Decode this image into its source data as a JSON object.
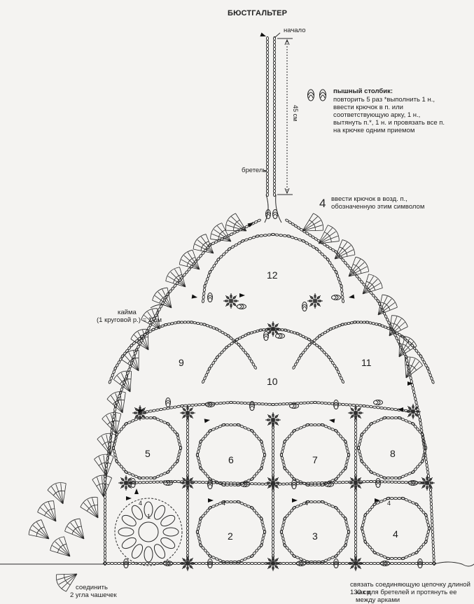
{
  "title": "БЮСТГАЛЬТЕР",
  "labels": {
    "start": "начало",
    "length": "45 см",
    "strap": "бретель",
    "edging_line1": "кайма",
    "edging_line2": "(1 круговой р.) = 1 см",
    "join_line1": "соединить",
    "join_line2": "2 угла чашечек",
    "chain_line1": "связать соединяющую цепочку длиной 130 см",
    "chain_line2": "как для бретелей и протянуть ее между арками"
  },
  "legend": {
    "puff_title": "пышный столбик:",
    "puff_lines": [
      "повторить 5 раз *выполнить 1 н.,",
      "ввести крючок в п. или",
      "соответствующую арку, 1 н.,",
      "вытянуть п.*, 1 н. и провязать все п.",
      "на крючке одним приемом"
    ],
    "four_symbol": "4",
    "four_lines": [
      "ввести крючок в возд. п.,",
      "обозначенную этим символом"
    ]
  },
  "motifs": [
    "12",
    "9",
    "11",
    "10",
    "5",
    "6",
    "7",
    "8",
    "2",
    "3",
    "4",
    "1"
  ],
  "marker_label": "4",
  "colors": {
    "ink": "#2a2a2a",
    "paper": "#f4f3f1"
  },
  "icons": [
    "puff-stitch-icon",
    "start-arrow-icon"
  ]
}
